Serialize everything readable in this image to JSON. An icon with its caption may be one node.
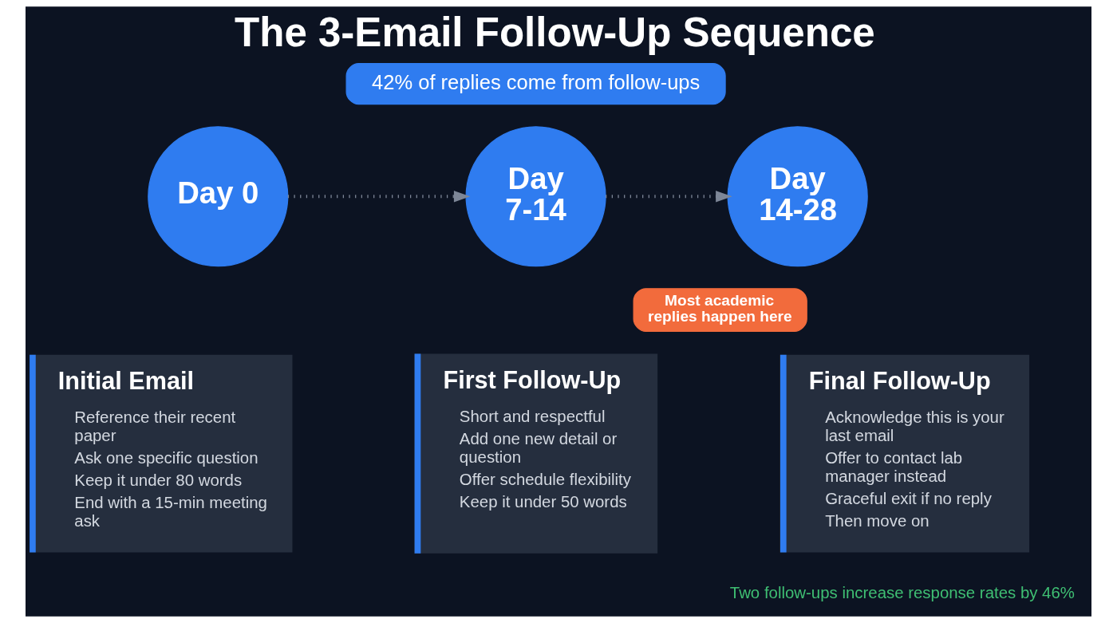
{
  "diagram": {
    "title": "The 3-Email Follow-Up Sequence",
    "nodes": [
      {
        "text": [
          "42% of replies come from follow-ups"
        ]
      },
      {
        "text": [
          "Day 0"
        ]
      },
      {
        "text": [
          "Day 7-14"
        ]
      },
      {
        "text": [
          "Day 14-28"
        ]
      },
      {
        "text": [
          "Most academic replies happen here"
        ]
      },
      {
        "text": [
          "Initial Email",
          "Reference their recent paper",
          "Ask one specific question",
          "Keep it under 80 words",
          "End with a 15-min meeting ask"
        ]
      },
      {
        "text": [
          "First Follow-Up",
          "Short and respectful",
          "Add one new detail or question",
          "Offer schedule flexibility",
          "Keep it under 50 words"
        ]
      },
      {
        "text": [
          "Final Follow-Up",
          "Acknowledge this is your last email",
          "Offer to contact lab manager instead",
          "Graceful exit if no reply",
          "Then move on"
        ]
      }
    ],
    "edges": [
      {
        "from": 1,
        "to": 2,
        "arrow": "to",
        "style": "dashed"
      },
      {
        "from": 2,
        "to": 3,
        "arrow": "to",
        "style": "dashed"
      }
    ],
    "labels": [
      "Two follow-ups increase response rates by 46%"
    ]
  }
}
